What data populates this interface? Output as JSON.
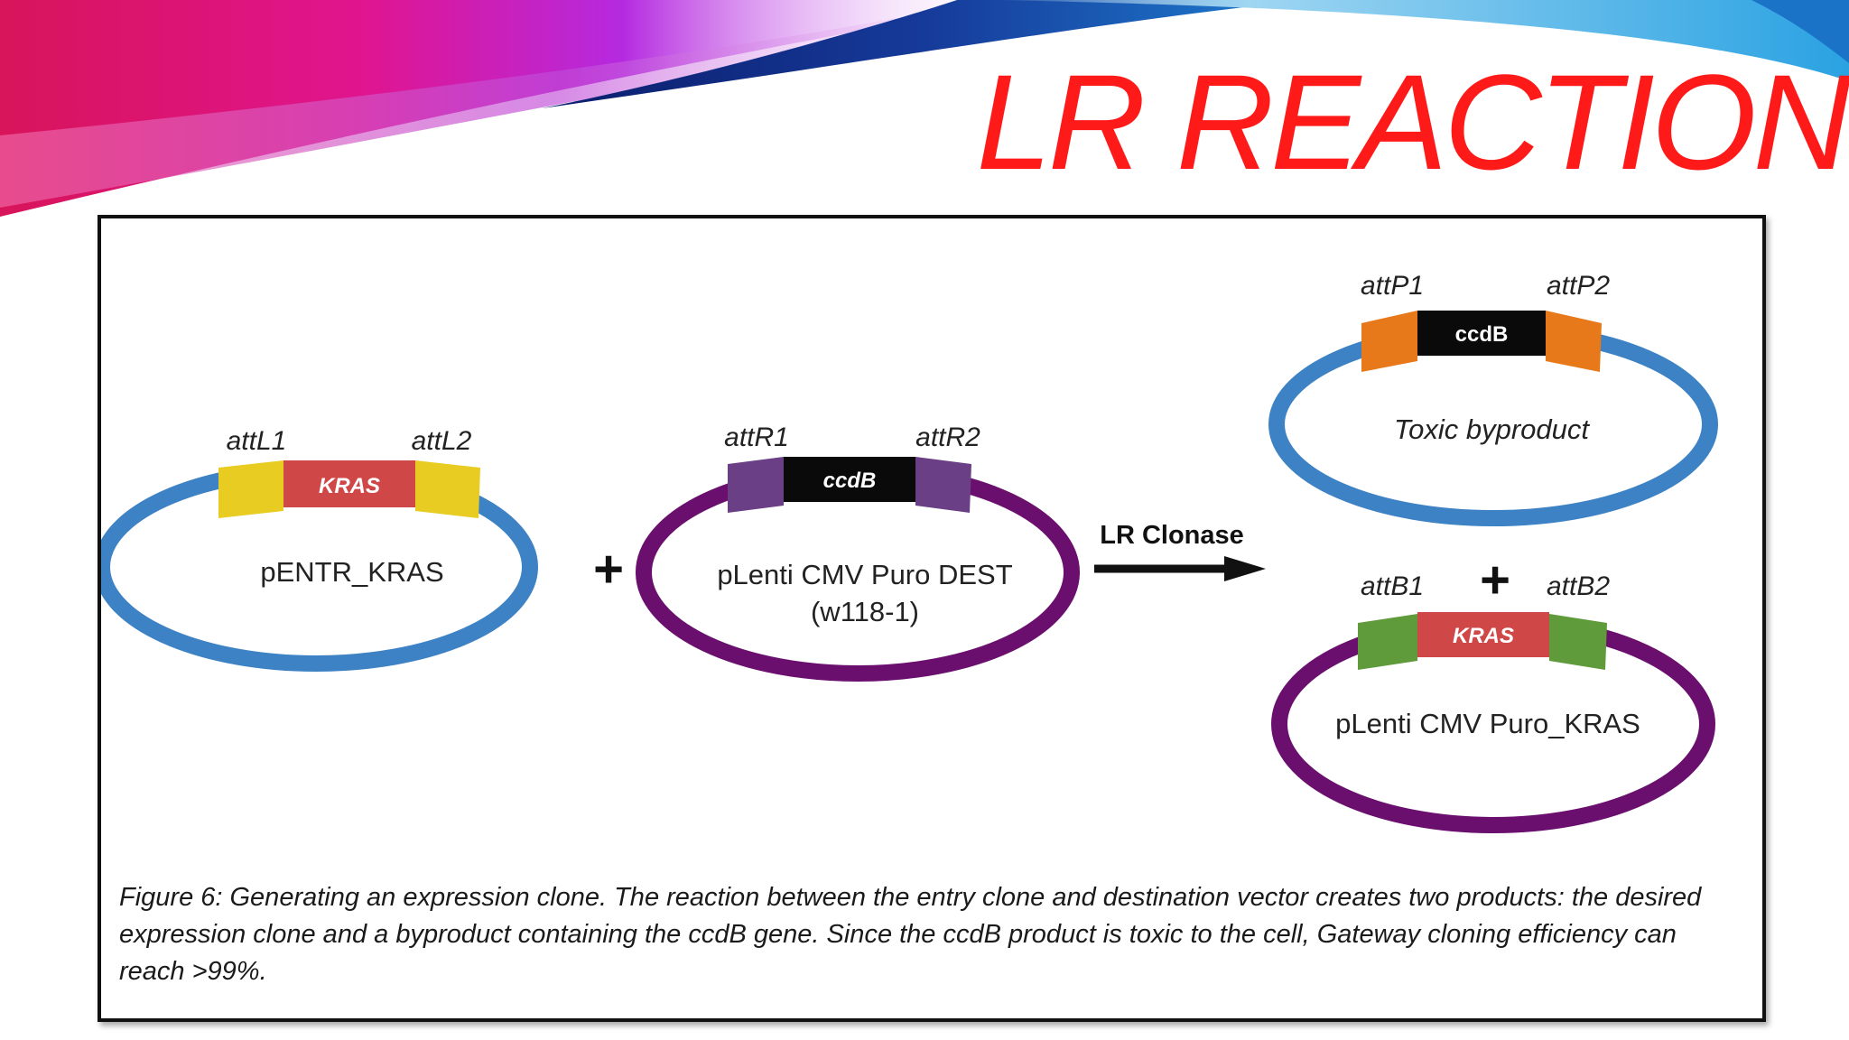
{
  "slide": {
    "title": "LR REACTION"
  },
  "figure": {
    "left_plasmid": {
      "name": "pENTR_KRAS",
      "site_left": "attL1",
      "site_right": "attL2",
      "insert": "KRAS",
      "backbone_color": "#3d82c4",
      "site_color": "#e8cc22",
      "insert_color": "#cf4747"
    },
    "plus_sign": "+",
    "middle_plasmid": {
      "name_line1": "pLenti CMV Puro DEST",
      "name_line2": "(w118-1)",
      "site_left": "attR1",
      "site_right": "attR2",
      "insert": "ccdB",
      "backbone_color": "#6a0f6e",
      "site_color": "#6b3f86",
      "insert_color": "#0a0a0a"
    },
    "arrow_label": "LR Clonase",
    "top_product": {
      "name": "Toxic byproduct",
      "site_left": "attP1",
      "site_right": "attP2",
      "insert": "ccdB",
      "backbone_color": "#3d82c4",
      "site_color": "#e8791b",
      "insert_color": "#0a0a0a"
    },
    "product_plus": "+",
    "bottom_product": {
      "name": "pLenti CMV Puro_KRAS",
      "site_left": "attB1",
      "site_right": "attB2",
      "insert": "KRAS",
      "backbone_color": "#6a0f6e",
      "site_color": "#5f9a3b",
      "insert_color": "#cf4747"
    },
    "caption": "Figure 6: Generating an expression clone. The reaction between the entry clone and destination vector creates two products: the desired expression clone and a byproduct containing the ccdB gene. Since the ccdB product is toxic to the cell, Gateway cloning efficiency can reach >99%."
  }
}
